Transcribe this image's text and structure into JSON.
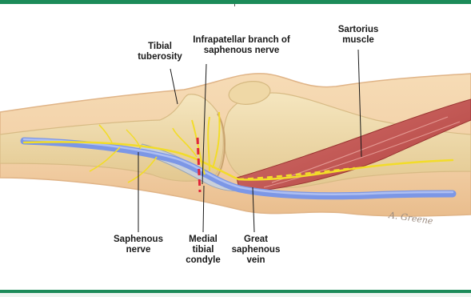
{
  "labels": {
    "tibial_tuberosity": "Tibial\ntuberosity",
    "infrapatellar_branch": "Infrapatellar branch of\nsaphenous nerve",
    "sartorius_muscle": "Sartorius\nmuscle",
    "saphenous_nerve": "Saphenous\nnerve",
    "medial_tibial_condyle": "Medial\ntibial\ncondyle",
    "great_saphenous_vein": "Great\nsaphenous\nvein"
  },
  "signature": "A. Greene",
  "colors": {
    "frame_green": "#1c8b59",
    "skin": "#f4d3ab",
    "bone": "#f1dcaa",
    "nerve": "#f2dc2a",
    "vein": "#7c97e6",
    "muscle": "#c4534f",
    "incision": "#e0243a"
  }
}
